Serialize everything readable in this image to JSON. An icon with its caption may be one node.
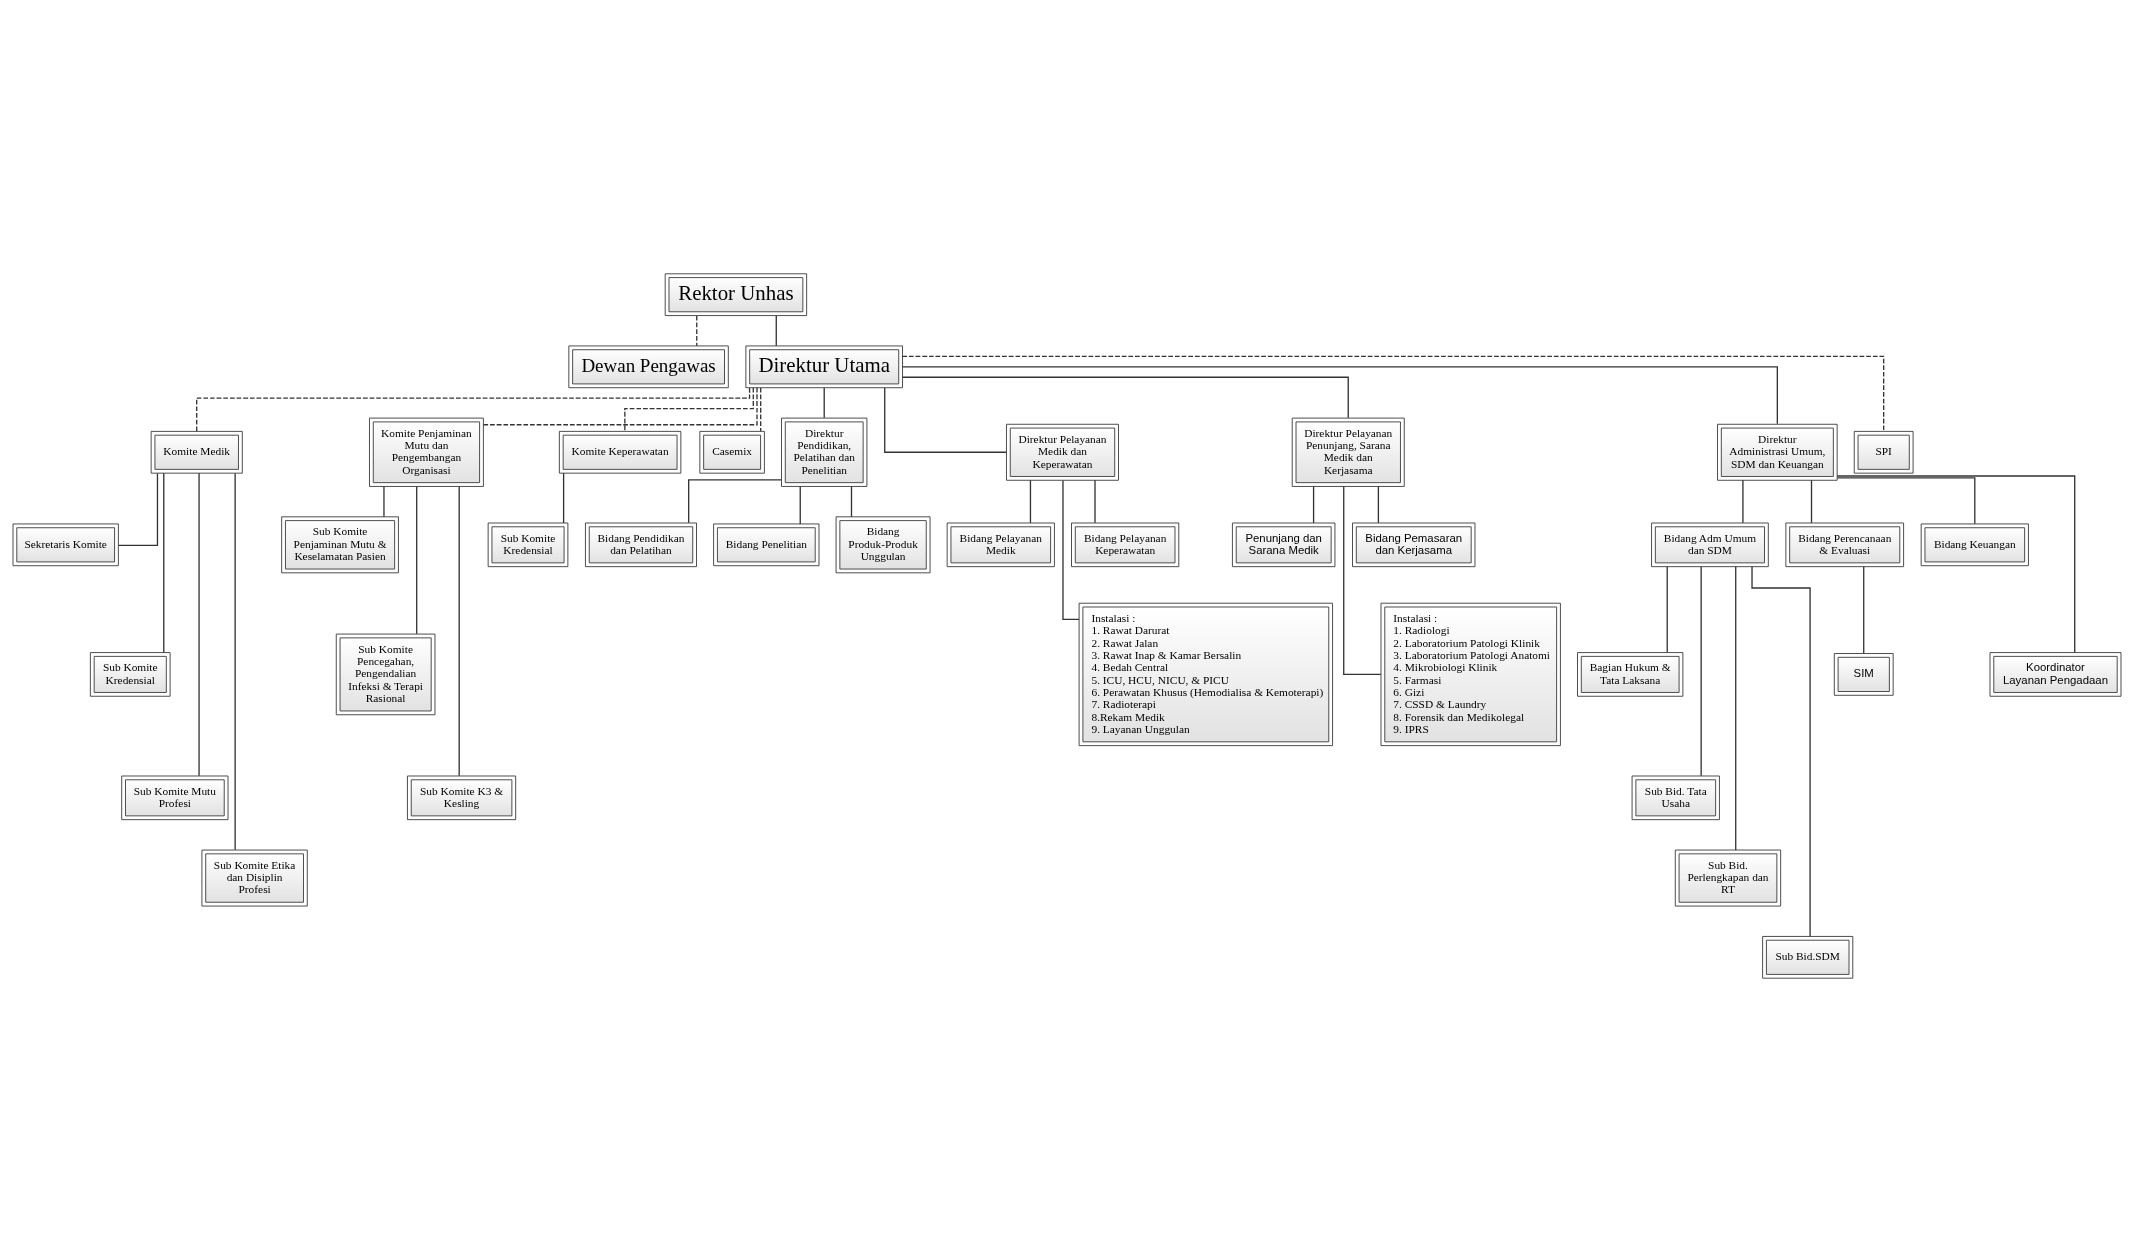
{
  "diagram": {
    "nodes": [
      {
        "text": [
          "Rektor Unhas"
        ]
      },
      {
        "text": [
          "Dewan Pengawas"
        ]
      },
      {
        "text": [
          "Direktur Utama"
        ]
      },
      {
        "text": [
          "Komite Medik"
        ]
      },
      {
        "text": [
          "Komite Penjaminan Mutu dan Pengembangan Organisasi"
        ]
      },
      {
        "text": [
          "Komite Keperawatan"
        ]
      },
      {
        "text": [
          "Casemix"
        ]
      },
      {
        "text": [
          "Direktur Pendidikan, Pelatihan dan Penelitian"
        ]
      },
      {
        "text": [
          "Direktur Pelayanan Medik dan Keperawatan"
        ]
      },
      {
        "text": [
          "Direktur Pelayanan Penunjang, Sarana Medik dan Kerjasama"
        ]
      },
      {
        "text": [
          "Direktur Administrasi Umum, SDM dan Keuangan"
        ]
      },
      {
        "text": [
          "SPI"
        ]
      },
      {
        "text": [
          "Sekretaris Komite"
        ]
      },
      {
        "text": [
          "Sub Komite Kredensial"
        ]
      },
      {
        "text": [
          "Sub Komite Mutu Profesi"
        ]
      },
      {
        "text": [
          "Sub Komite Etika dan Disiplin Profesi"
        ]
      },
      {
        "text": [
          "Sub Komite Penjaminan Mutu & Keselamatan Pasien"
        ]
      },
      {
        "text": [
          "Sub Komite Pencegahan, Pengendalian Infeksi & Terapi Rasional"
        ]
      },
      {
        "text": [
          "Sub Komite K3 & Kesling"
        ]
      },
      {
        "text": [
          "Sub Komite Kredensial"
        ]
      },
      {
        "text": [
          "Bidang Pendidikan dan Pelatihan"
        ]
      },
      {
        "text": [
          "Bidang Penelitian"
        ]
      },
      {
        "text": [
          "Bidang Produk-Produk Unggulan"
        ]
      },
      {
        "text": [
          "Bidang Pelayanan Medik"
        ]
      },
      {
        "text": [
          "Bidang Pelayanan Keperawatan"
        ]
      },
      {
        "text": [
          "Penunjang dan Sarana Medik"
        ]
      },
      {
        "text": [
          "Bidang Pemasaran dan Kerjasama"
        ]
      },
      {
        "text": [
          "Bidang Adm Umum dan SDM"
        ]
      },
      {
        "text": [
          "Bagian Hukum & Tata Laksana"
        ]
      },
      {
        "text": [
          "Sub Bid. Tata Usaha"
        ]
      },
      {
        "text": [
          "Sub Bid. Perlengkapan dan RT"
        ]
      },
      {
        "text": [
          "Sub Bid.SDM"
        ]
      },
      {
        "text": [
          "Bidang Perencanaan & Evaluasi"
        ]
      },
      {
        "text": [
          "Bidang Keuangan"
        ]
      },
      {
        "text": [
          "SIM"
        ]
      },
      {
        "text": [
          "Instalasi :",
          "1. Rawat Darurat",
          "2. Rawat Jalan",
          "3. Rawat Inap & Kamar Bersalin",
          "4. Bedah Central",
          "5. ICU, HCU, NICU, & PICU",
          "6. Perawatan Khusus (Hemodialisa & Kemoterapi)",
          "7. Radioterapi",
          "8.Rekam Medik",
          "9. Layanan Unggulan"
        ]
      },
      {
        "text": [
          "Instalasi :",
          "1. Radiologi",
          "2. Laboratorium Patologi Klinik",
          "3. Laboratorium Patologi Anatomi",
          "4. Mikrobiologi Klinik",
          "5. Farmasi",
          "6. Gizi",
          "7. CSSD & Laundry",
          "8. Forensik dan Medikolegal",
          "9. IPRS"
        ]
      },
      {
        "text": [
          "Koordinator Layanan Pengadaan"
        ]
      }
    ],
    "edges": [
      {
        "from": 0,
        "to": 2,
        "arrow": "none"
      },
      {
        "from": 0,
        "to": 1,
        "arrow": "none",
        "style": "dashed"
      },
      {
        "from": 2,
        "to": 3,
        "arrow": "none",
        "style": "dashed"
      },
      {
        "from": 2,
        "to": 4,
        "arrow": "none",
        "style": "dashed"
      },
      {
        "from": 2,
        "to": 5,
        "arrow": "none",
        "style": "dashed"
      },
      {
        "from": 2,
        "to": 6,
        "arrow": "none",
        "style": "dashed"
      },
      {
        "from": 2,
        "to": 7,
        "arrow": "none"
      },
      {
        "from": 2,
        "to": 8,
        "arrow": "none"
      },
      {
        "from": 2,
        "to": 9,
        "arrow": "none"
      },
      {
        "from": 2,
        "to": 10,
        "arrow": "none"
      },
      {
        "from": 2,
        "to": 11,
        "arrow": "none",
        "style": "dashed"
      },
      {
        "from": 3,
        "to": 12,
        "arrow": "none"
      },
      {
        "from": 3,
        "to": 13,
        "arrow": "none"
      },
      {
        "from": 3,
        "to": 14,
        "arrow": "none"
      },
      {
        "from": 3,
        "to": 15,
        "arrow": "none"
      },
      {
        "from": 4,
        "to": 16,
        "arrow": "none"
      },
      {
        "from": 4,
        "to": 17,
        "arrow": "none"
      },
      {
        "from": 4,
        "to": 18,
        "arrow": "none"
      },
      {
        "from": 5,
        "to": 19,
        "arrow": "none"
      },
      {
        "from": 7,
        "to": 20,
        "arrow": "none"
      },
      {
        "from": 7,
        "to": 21,
        "arrow": "none"
      },
      {
        "from": 7,
        "to": 22,
        "arrow": "none"
      },
      {
        "from": 8,
        "to": 23,
        "arrow": "none"
      },
      {
        "from": 8,
        "to": 24,
        "arrow": "none"
      },
      {
        "from": 9,
        "to": 25,
        "arrow": "none"
      },
      {
        "from": 9,
        "to": 26,
        "arrow": "none"
      },
      {
        "from": 10,
        "to": 27,
        "arrow": "none"
      },
      {
        "from": 10,
        "to": 32,
        "arrow": "none"
      },
      {
        "from": 10,
        "to": 33,
        "arrow": "none"
      },
      {
        "from": 27,
        "to": 28,
        "arrow": "none"
      },
      {
        "from": 27,
        "to": 29,
        "arrow": "none"
      },
      {
        "from": 27,
        "to": 30,
        "arrow": "none"
      },
      {
        "from": 27,
        "to": 31,
        "arrow": "none"
      },
      {
        "from": 32,
        "to": 34,
        "arrow": "none"
      },
      {
        "from": 8,
        "to": 35,
        "arrow": "none"
      },
      {
        "from": 9,
        "to": 36,
        "arrow": "none"
      },
      {
        "from": 10,
        "to": 37,
        "arrow": "none"
      }
    ]
  }
}
